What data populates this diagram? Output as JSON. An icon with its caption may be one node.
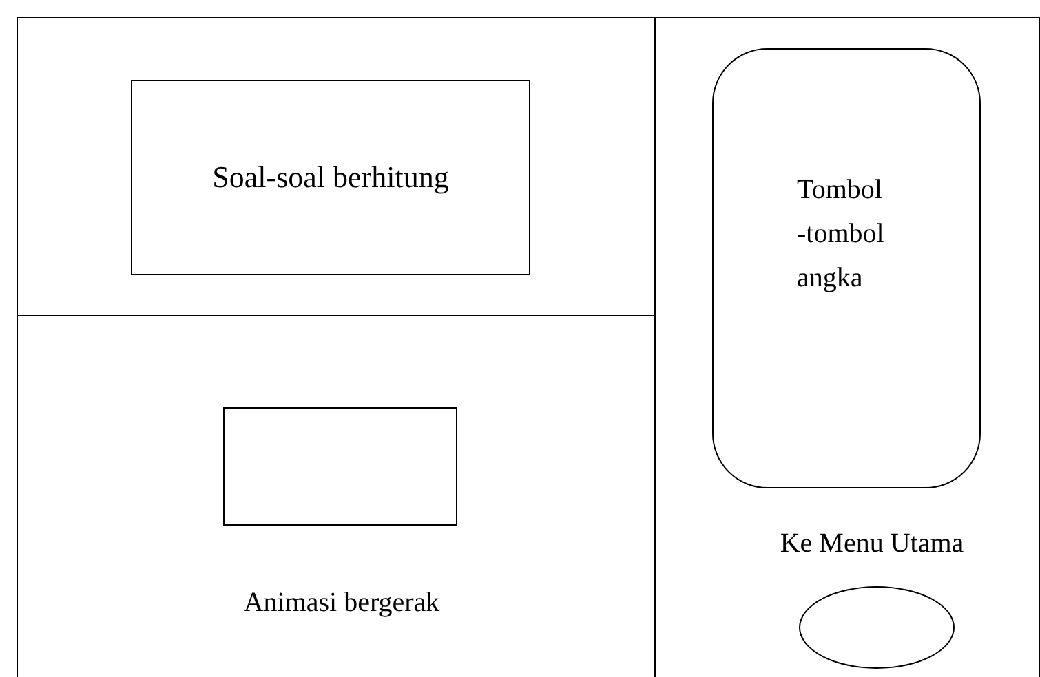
{
  "diagram": {
    "nodes": [
      {
        "text": [
          "Soal-soal berhitung"
        ]
      },
      {
        "text": [
          "Tombol -tombol angka"
        ]
      },
      {
        "text": [
          "Animasi bergerak"
        ]
      },
      {
        "text": [
          "Ke Menu Utama"
        ]
      }
    ]
  }
}
